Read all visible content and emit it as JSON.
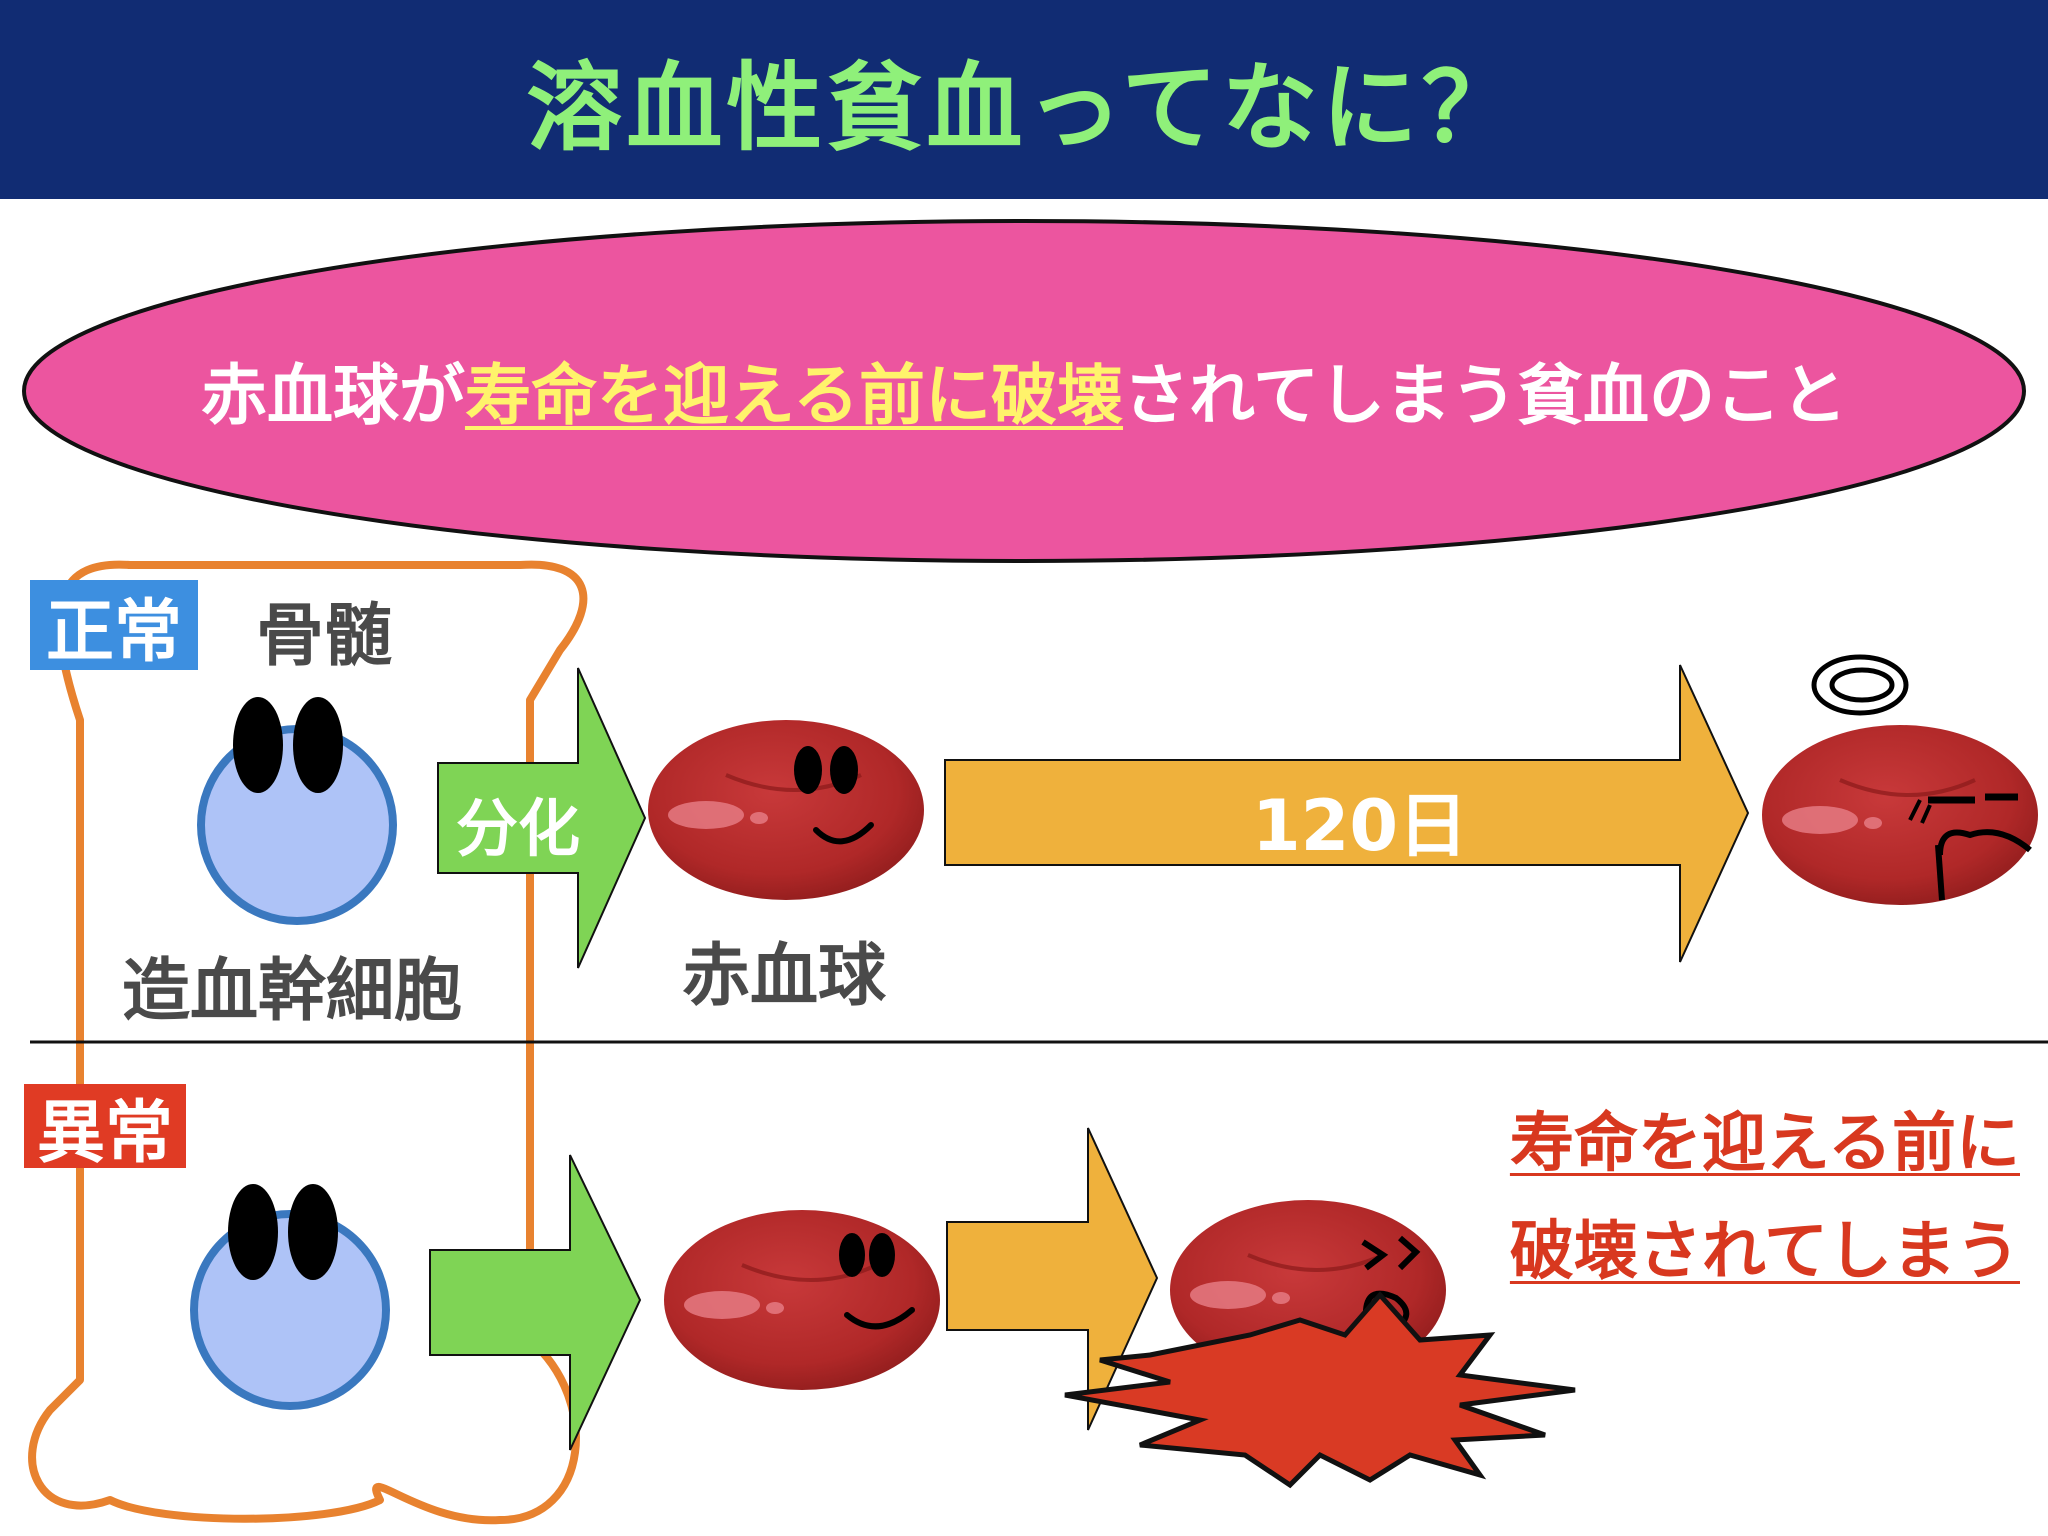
{
  "title": "溶血性貧血ってなに？",
  "definition": {
    "before": "赤血球が",
    "highlight": "寿命を迎える前に破壊",
    "after": "されてしまう貧血のこと"
  },
  "normal": {
    "badge": "正常",
    "bone_marrow": "骨髄",
    "stem_cell": "造血幹細胞",
    "differentiation": "分化",
    "red_blood_cell": "赤血球",
    "lifespan": "120日"
  },
  "abnormal": {
    "badge": "異常",
    "warning_line1": "寿命を迎える前に",
    "warning_line2": "破壊されてしまう"
  },
  "colors": {
    "header_bg": "#112c73",
    "title": "#8ff07a",
    "ellipse": "#ec559f",
    "highlight": "#fff36b",
    "normal_badge": "#3d8fe0",
    "abnormal_badge": "#e03b24",
    "bone_outline": "#e8822f",
    "green_arrow": "#7fd455",
    "orange_arrow": "#efb13c",
    "stem_cell_fill": "#aec3f7",
    "stem_cell_stroke": "#3a78bf",
    "rbc": "#b52a2a",
    "burst": "#d93a24",
    "warning_text": "#d8381f"
  }
}
